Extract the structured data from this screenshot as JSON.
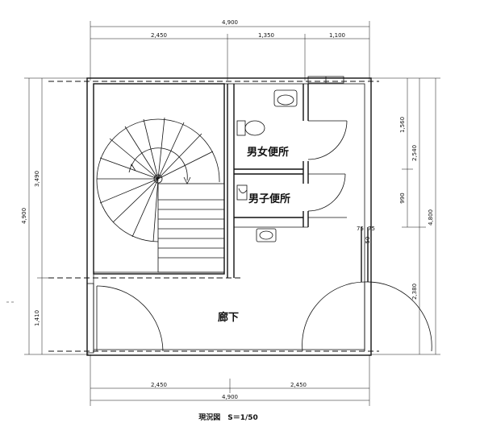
{
  "drawing": {
    "caption": "現況図　S＝1/50",
    "rooms": {
      "toilet_unisex": "男女便所",
      "toilet_men": "男子便所",
      "corridor": "廊下"
    },
    "dimensions": {
      "top_total": "4,900",
      "top_seg_1": "2,450",
      "top_seg_2": "1,350",
      "top_seg_3": "1,100",
      "bottom_seg_1": "2,450",
      "bottom_seg_2": "2,450",
      "bottom_total": "4,900",
      "left_total": "4,900",
      "left_upper": "3,490",
      "left_lower": "1,410",
      "right_seg_1": "1,560",
      "right_seg_2": "990",
      "right_upper": "2,540",
      "right_lower": "2,380",
      "right_total": "4,800",
      "inner_1": "75",
      "inner_2": "75",
      "inner_3": "50"
    }
  }
}
